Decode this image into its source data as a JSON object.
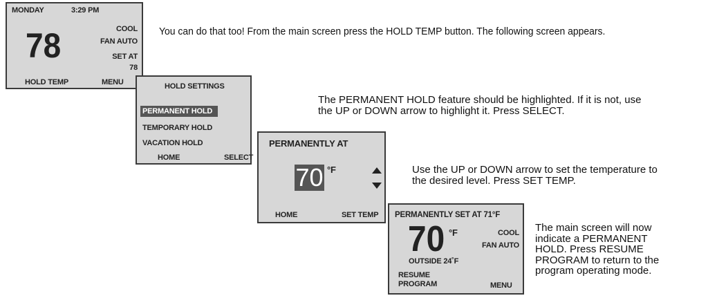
{
  "screens": {
    "main": {
      "day": "MONDAY",
      "time": "3:29 PM",
      "temp": "78",
      "mode": "COOL",
      "fan": "FAN AUTO",
      "set_at_label": "SET AT",
      "set_at_value": "78",
      "hold_temp": "HOLD TEMP",
      "menu": "MENU"
    },
    "hold_settings": {
      "title": "HOLD SETTINGS",
      "options": [
        "PERMANENT HOLD",
        "TEMPORARY HOLD",
        "VACATION HOLD"
      ],
      "selected_index": 0,
      "home": "HOME",
      "select": "SELECT"
    },
    "permanently_at": {
      "title": "PERMANENTLY AT",
      "temp": "70",
      "unit": "°F",
      "up_icon": "up-arrow-icon",
      "down_icon": "down-arrow-icon",
      "home": "HOME",
      "set_temp": "SET TEMP"
    },
    "permanent_main": {
      "title": "PERMANENTLY SET AT 71°F",
      "temp": "70",
      "unit": "°F",
      "mode": "COOL",
      "fan": "FAN AUTO",
      "outside": "OUTSIDE 24˚F",
      "resume_line1": "RESUME",
      "resume_line2": "PROGRAM",
      "menu": "MENU"
    }
  },
  "instructions": {
    "step1": "You can do that too! From the main screen press the HOLD TEMP button. The following screen appears.",
    "step2_line1": "The PERMANENT HOLD feature should be highlighted. If it is not, use",
    "step2_line2": "the UP or DOWN arrow to highlight it. Press SELECT.",
    "step3_line1": "Use the UP or DOWN arrow to set the temperature to",
    "step3_line2": "the desired level. Press SET TEMP.",
    "step4_lines": [
      "The main screen will now",
      "indicate a PERMANENT",
      "HOLD. Press RESUME",
      "PROGRAM to return to the",
      "program operating mode."
    ]
  }
}
